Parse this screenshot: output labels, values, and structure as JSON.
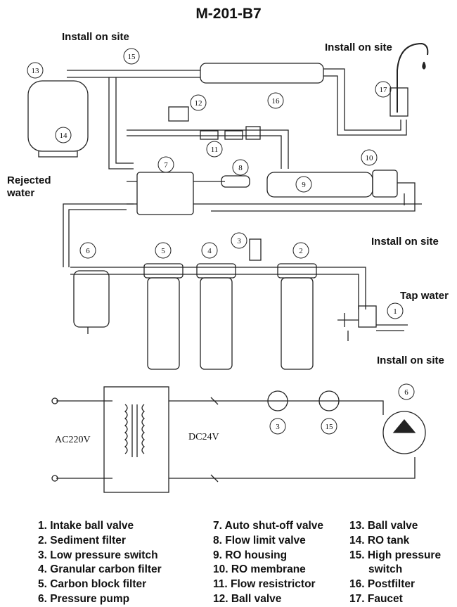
{
  "title": "M-201-B7",
  "labels": {
    "install_on_site": "Install on site",
    "rejected_water": "Rejected water",
    "tap_water": "Tap water",
    "ac_voltage": "AC220V",
    "dc_voltage": "DC24V"
  },
  "callouts": [
    "1",
    "2",
    "3",
    "4",
    "5",
    "6",
    "7",
    "8",
    "9",
    "10",
    "11",
    "12",
    "13",
    "14",
    "15",
    "16",
    "17"
  ],
  "legend": {
    "col1": [
      "1. Intake ball valve",
      "2. Sediment filter",
      "3. Low pressure switch",
      "4. Granular carbon filter",
      "5. Carbon block filter",
      "6. Pressure pump"
    ],
    "col2": [
      "7. Auto shut-off valve",
      "8. Flow limit valve",
      "9. RO housing",
      "10. RO membrane",
      "11. Flow resistrictor",
      "12. Ball valve"
    ],
    "col3": [
      "13. Ball valve",
      "14. RO tank",
      "15. High pressure",
      "switch",
      "16. Postfilter",
      "17. Faucet"
    ]
  }
}
